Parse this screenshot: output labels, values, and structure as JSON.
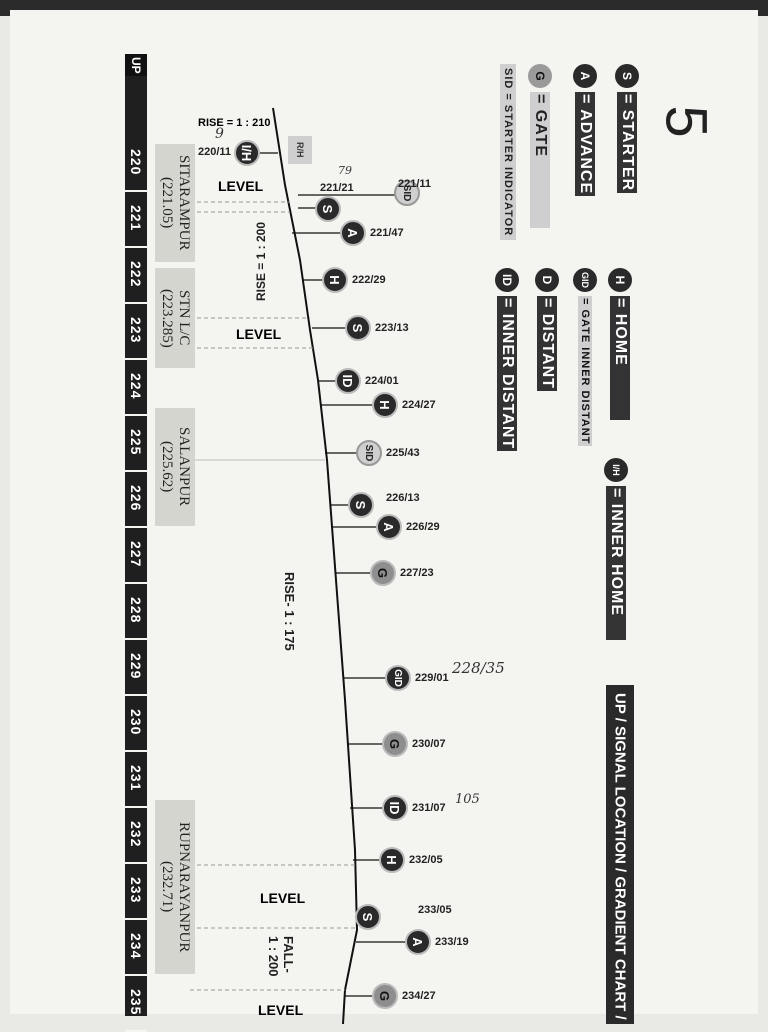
{
  "page_number": "5",
  "title": "UP / SIGNAL LOCATION / GRADIENT CHART / S",
  "direction_label": "UP",
  "km_posts": [
    "220",
    "221",
    "222",
    "223",
    "224",
    "225",
    "226",
    "227",
    "228",
    "229",
    "230",
    "231",
    "232",
    "233",
    "234",
    "235"
  ],
  "legend": [
    {
      "symbol": "S",
      "text": "= STARTER"
    },
    {
      "symbol": "A",
      "text": "= ADVANCE"
    },
    {
      "symbol": "G",
      "text": "= GATE"
    },
    {
      "symbol": "SID",
      "text": "SID = STARTER INDICATOR"
    },
    {
      "symbol": "H",
      "text": "= HOME"
    },
    {
      "symbol": "GID",
      "text": "= GATE INNER DISTANT"
    },
    {
      "symbol": "D",
      "text": "= DISTANT"
    },
    {
      "symbol": "ID",
      "text": "= INNER DISTANT"
    },
    {
      "symbol": "I/H",
      "text": "= INNER HOME"
    }
  ],
  "stations": [
    {
      "name": "SITARAMPUR",
      "km": "(221.05)"
    },
    {
      "name": "STN L/C",
      "km": "(223.285)"
    },
    {
      "name": "SALANPUR",
      "km": "(225.62)"
    },
    {
      "name": "RUPNARAYANPUR",
      "km": "(232.71)"
    }
  ],
  "gradients": {
    "rise_210": "RISE = 1 : 210",
    "level_1": "LEVEL",
    "rise_200": "RISE = 1 : 200",
    "level_2": "LEVEL",
    "rise_175": "RISE- 1 : 175",
    "level_3": "LEVEL",
    "fall_200": "FALL-\n1 : 200",
    "level_4": "LEVEL"
  },
  "rh_label": "R/H",
  "signals": [
    {
      "symbol": "I/H",
      "label": "220/11"
    },
    {
      "symbol": "SID",
      "label": "221/11"
    },
    {
      "symbol": "S",
      "label": "221/21"
    },
    {
      "symbol": "A",
      "label": "221/47"
    },
    {
      "symbol": "H",
      "label": "222/29"
    },
    {
      "symbol": "S",
      "label": "223/13"
    },
    {
      "symbol": "ID",
      "label": "224/01"
    },
    {
      "symbol": "H",
      "label": "224/27"
    },
    {
      "symbol": "SID",
      "label": "225/43"
    },
    {
      "symbol": "S",
      "label": "226/13"
    },
    {
      "symbol": "A",
      "label": "226/29"
    },
    {
      "symbol": "G",
      "label": "227/23"
    },
    {
      "symbol": "GID",
      "label": "229/01"
    },
    {
      "symbol": "G",
      "label": "230/07"
    },
    {
      "symbol": "ID",
      "label": "231/07"
    },
    {
      "symbol": "H",
      "label": "232/05"
    },
    {
      "symbol": "S",
      "label": "233/05"
    },
    {
      "symbol": "A",
      "label": "233/19"
    },
    {
      "symbol": "G",
      "label": "234/27"
    }
  ],
  "handwritten": {
    "h1": "9",
    "h2": "79",
    "h3": "228/35",
    "h4": "105"
  },
  "colors": {
    "dark": "#2a2a2a",
    "grey": "#8e8e8e",
    "paper": "#f4f4f1"
  }
}
